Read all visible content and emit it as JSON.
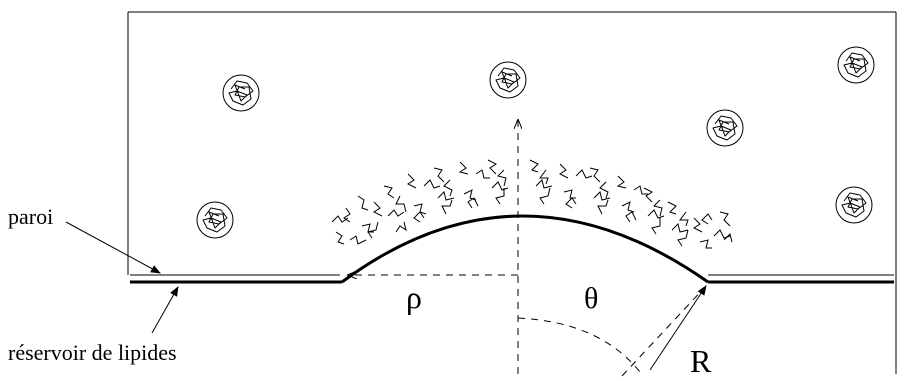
{
  "labels": {
    "paroi": "paroi",
    "reservoir": "réservoir de lipides",
    "rho": "ρ",
    "theta": "θ",
    "R": "R"
  },
  "colors": {
    "stroke": "#000000",
    "background": "#ffffff"
  },
  "icons": {
    "polymer": "polymer-coil-icon",
    "arrow": "arrowhead"
  }
}
